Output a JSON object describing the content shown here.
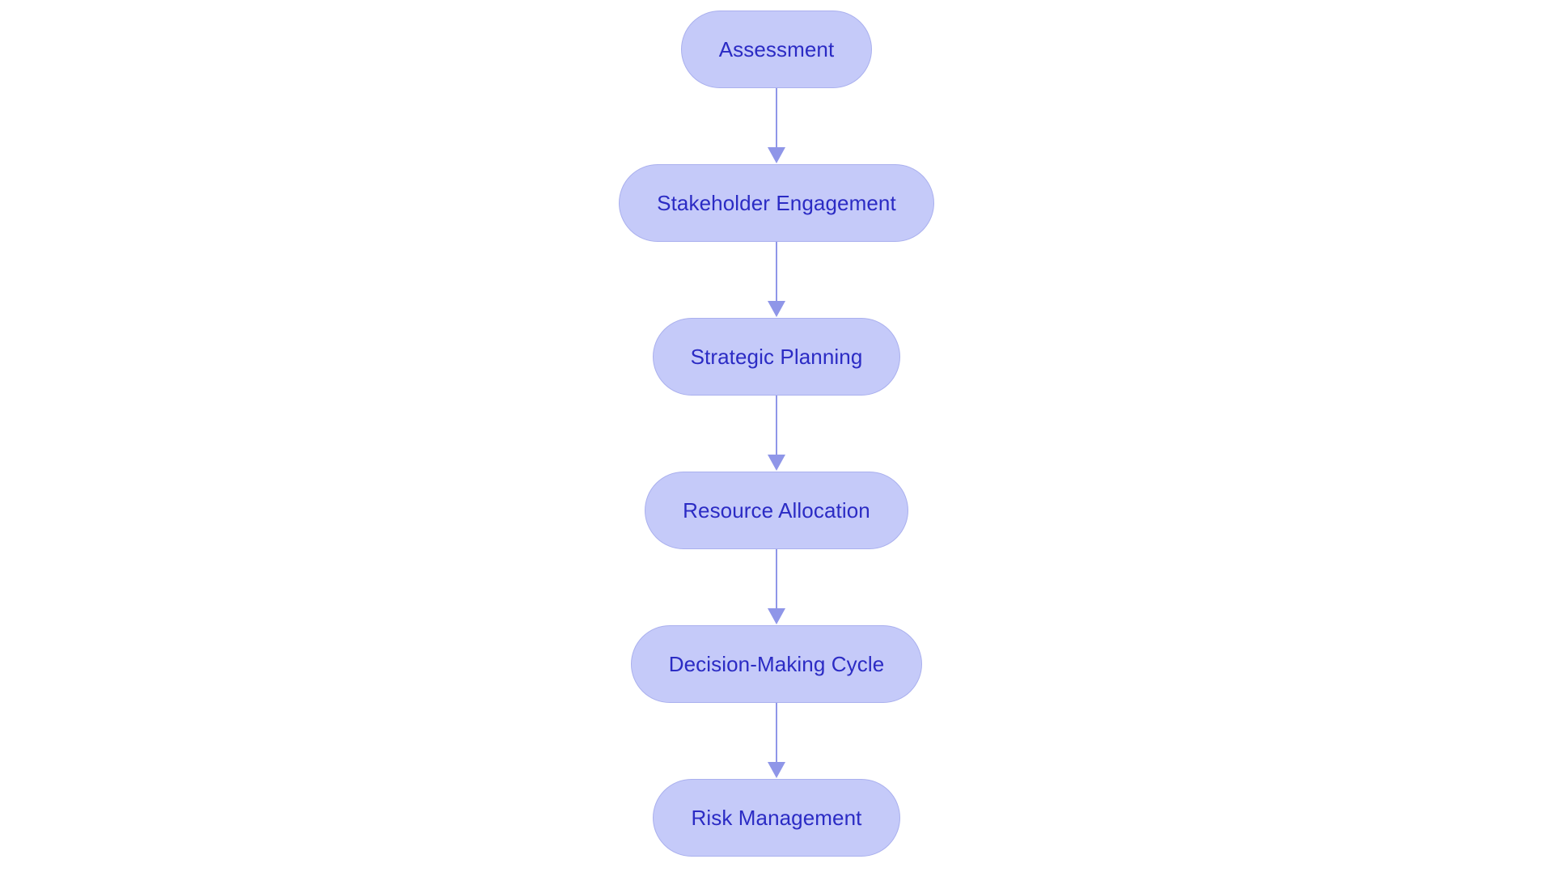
{
  "diagram": {
    "type": "flowchart",
    "orientation": "vertical-top-to-bottom",
    "background_color": "#ffffff",
    "node_fill_color": "#c5caf9",
    "node_border_color": "#aab0ee",
    "node_text_color": "#2b2bc4",
    "connector_color": "#8f96e8",
    "node_shape": "rounded-pill",
    "nodes": [
      {
        "id": "assessment",
        "label": "Assessment"
      },
      {
        "id": "stakeholder-engagement",
        "label": "Stakeholder Engagement"
      },
      {
        "id": "strategic-planning",
        "label": "Strategic Planning"
      },
      {
        "id": "resource-allocation",
        "label": "Resource Allocation"
      },
      {
        "id": "decision-making-cycle",
        "label": "Decision-Making Cycle"
      },
      {
        "id": "risk-management",
        "label": "Risk Management"
      }
    ],
    "edges": [
      {
        "from": "assessment",
        "to": "stakeholder-engagement",
        "arrow": "down-arrow"
      },
      {
        "from": "stakeholder-engagement",
        "to": "strategic-planning",
        "arrow": "down-arrow"
      },
      {
        "from": "strategic-planning",
        "to": "resource-allocation",
        "arrow": "down-arrow"
      },
      {
        "from": "resource-allocation",
        "to": "decision-making-cycle",
        "arrow": "down-arrow"
      },
      {
        "from": "decision-making-cycle",
        "to": "risk-management",
        "arrow": "down-arrow"
      }
    ]
  }
}
